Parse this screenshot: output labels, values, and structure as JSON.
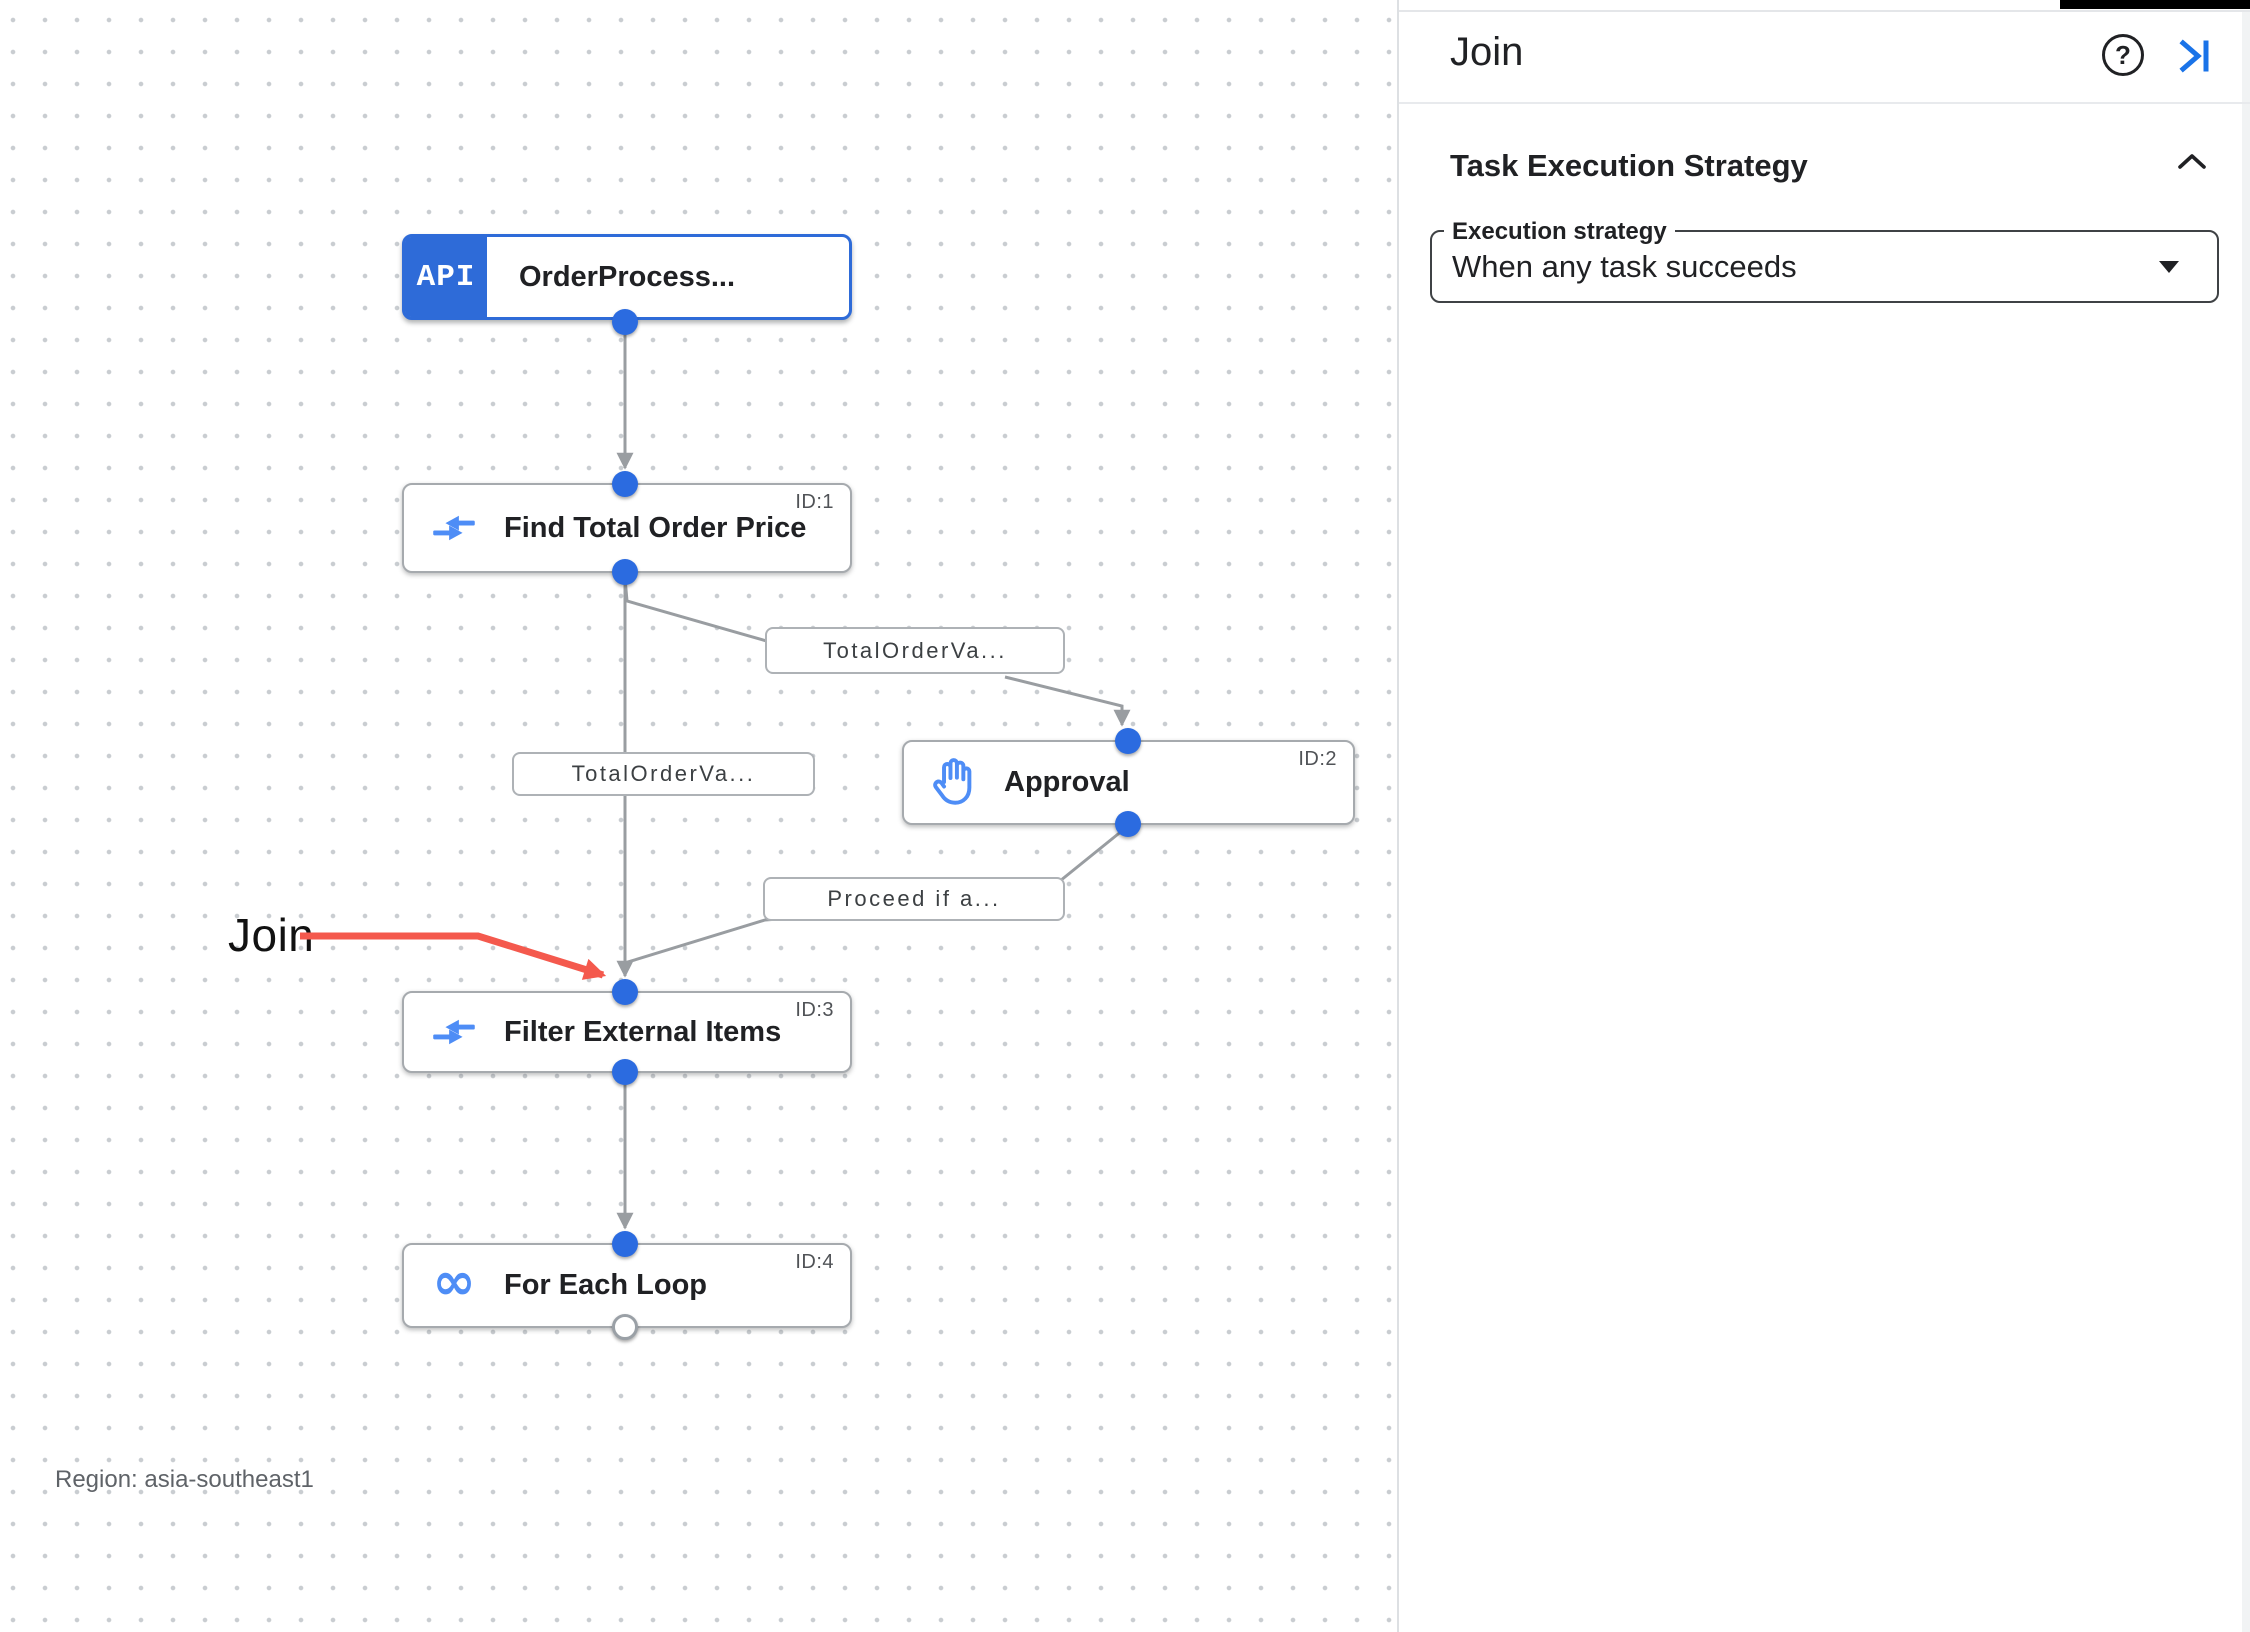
{
  "panel": {
    "title": "Join",
    "help_icon": "help-circle",
    "collapse_icon": "collapse-panel-right",
    "section": {
      "title": "Task Execution Strategy",
      "chevron_icon": "chevron-up"
    },
    "field": {
      "label": "Execution strategy",
      "value": "When any task succeeds",
      "caret_icon": "caret-down"
    }
  },
  "canvas": {
    "region_label": "Region: asia-southeast1",
    "annotation": {
      "text": "Join",
      "color": "#f4594d"
    },
    "nodes": [
      {
        "badge": "API",
        "label": "OrderProcess...",
        "id": "",
        "icon": "api-trigger"
      },
      {
        "label": "Find Total Order Price",
        "id": "ID:1",
        "icon": "data-mapping"
      },
      {
        "label": "Approval",
        "id": "ID:2",
        "icon": "hand-approval"
      },
      {
        "label": "Filter External Items",
        "id": "ID:3",
        "icon": "data-mapping"
      },
      {
        "label": "For Each Loop",
        "id": "ID:4",
        "icon": "infinity-loop"
      }
    ],
    "edge_labels": [
      "TotalOrderVa...",
      "TotalOrderVa...",
      "Proceed if a..."
    ],
    "colors": {
      "node_accent": "#2e6bd8",
      "connector_dot": "#2b6be0",
      "edge_line": "#999da1",
      "icon_blue": "#4e8df6"
    }
  }
}
